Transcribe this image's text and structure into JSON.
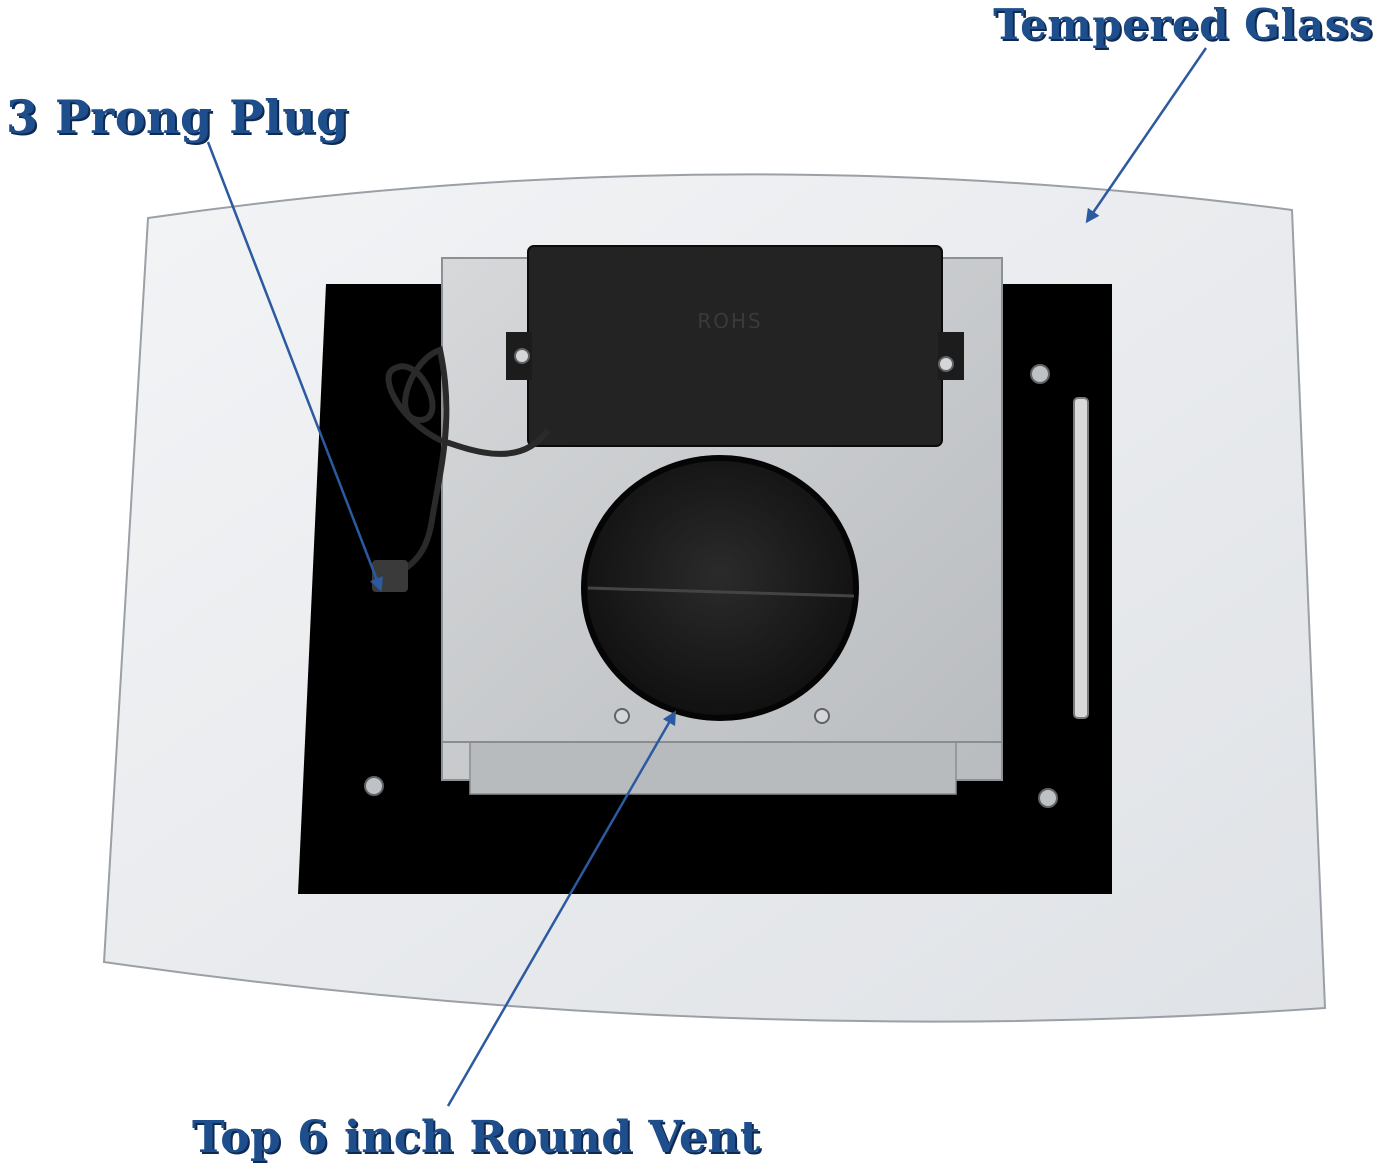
{
  "labels": {
    "tempered_glass": "Tempered Glass",
    "prong_plug": "3 Prong Plug",
    "round_vent": "Top 6 inch Round Vent"
  },
  "motor_box_embossed_text": "ROHS",
  "colors": {
    "label_text": "#1e4f8c",
    "arrow": "#2c5aa0",
    "glass_panel": "#e9ebee",
    "black_panel": "#000000",
    "metal": "#c7cacd",
    "motor_box": "#232323"
  }
}
